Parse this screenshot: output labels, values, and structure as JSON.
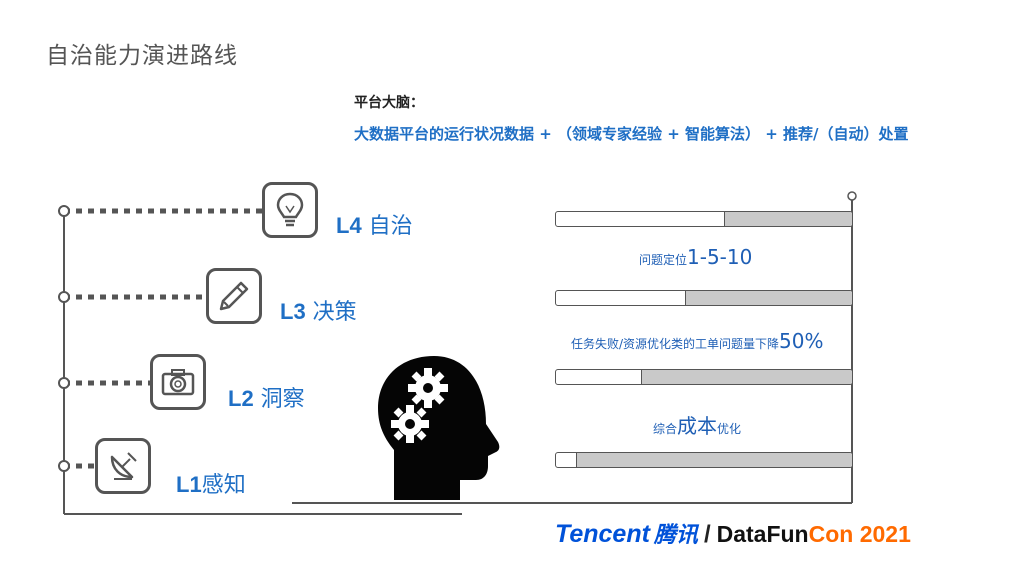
{
  "slide": {
    "title": "自治能力演进路线"
  },
  "brain": {
    "label": "平台大脑：",
    "formula": "大数据平台的运行状况数据 + （领域专家经验 + 智能算法） + 推荐/（自动）处置"
  },
  "levels": [
    {
      "code": "L4",
      "name": " 自治",
      "icon": "lightbulb-icon"
    },
    {
      "code": "L3",
      "name": " 决策",
      "icon": "pencil-icon"
    },
    {
      "code": "L2",
      "name": " 洞察",
      "icon": "camera-icon"
    },
    {
      "code": "L1",
      "name": "感知",
      "icon": "satellite-dish-icon"
    }
  ],
  "progress": [
    {
      "fraction": 0.43
    },
    {
      "fraction": 0.56
    },
    {
      "fraction": 0.71
    },
    {
      "fraction": 0.93
    }
  ],
  "metrics": [
    {
      "prefix": "问题定位",
      "highlight": "1-5-10",
      "suffix": ""
    },
    {
      "prefix": "任务失败/资源优化类的工单问题量下降",
      "highlight": "50%",
      "suffix": ""
    },
    {
      "prefix": "综合",
      "highlight": "成本",
      "suffix": "优化"
    }
  ],
  "center_icon": "head-gears-icon",
  "footer": {
    "brand": "Tencent",
    "brand_cn": "腾讯",
    "separator": "/",
    "event_a": "DataFun",
    "event_b": "Con",
    "year": " 2021"
  },
  "colors": {
    "accent_blue": "#1f6fc5",
    "tencent_blue": "#0052d9",
    "con_orange": "#ff6a00",
    "bar_fill": "#c9c9c9"
  }
}
